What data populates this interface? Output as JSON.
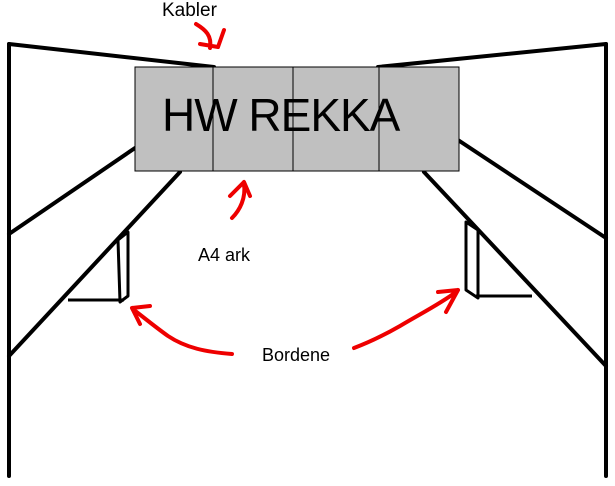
{
  "rack": {
    "title": "HW REKKA",
    "sections": 4
  },
  "labels": {
    "cables": "Kabler",
    "paper": "A4 ark",
    "tables": "Bordene"
  },
  "colors": {
    "ink": "#000000",
    "annotation": "#ee0000",
    "rack_fill": "#c0c0c0",
    "background": "#ffffff"
  }
}
